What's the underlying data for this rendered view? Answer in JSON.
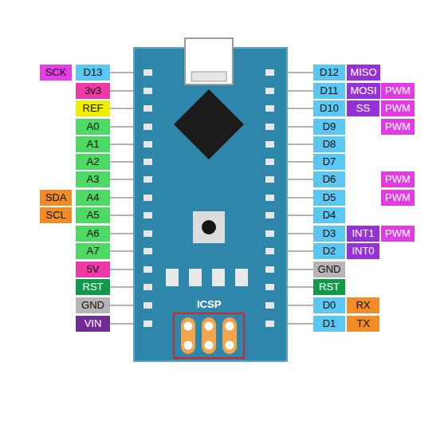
{
  "diagram": {
    "nodes": [
      {
        "text": [
          "SCK"
        ]
      },
      {
        "text": [
          "D13"
        ]
      },
      {
        "text": [
          "D12"
        ]
      },
      {
        "text": [
          "MISO"
        ]
      },
      {
        "text": [
          "3v3"
        ]
      },
      {
        "text": [
          "D11"
        ]
      },
      {
        "text": [
          "MOSI"
        ]
      },
      {
        "text": [
          "PWM"
        ]
      },
      {
        "text": [
          "REF"
        ]
      },
      {
        "text": [
          "D10"
        ]
      },
      {
        "text": [
          "SS"
        ]
      },
      {
        "text": [
          "PWM"
        ]
      },
      {
        "text": [
          "A0"
        ]
      },
      {
        "text": [
          "D9"
        ]
      },
      {
        "text": [
          "PWM"
        ]
      },
      {
        "text": [
          "A1"
        ]
      },
      {
        "text": [
          "D8"
        ]
      },
      {
        "text": [
          "A2"
        ]
      },
      {
        "text": [
          "D7"
        ]
      },
      {
        "text": [
          "A3"
        ]
      },
      {
        "text": [
          "D6"
        ]
      },
      {
        "text": [
          "PWM"
        ]
      },
      {
        "text": [
          "SDA"
        ]
      },
      {
        "text": [
          "A4"
        ]
      },
      {
        "text": [
          "D5"
        ]
      },
      {
        "text": [
          "PWM"
        ]
      },
      {
        "text": [
          "SCL"
        ]
      },
      {
        "text": [
          "A5"
        ]
      },
      {
        "text": [
          "D4"
        ]
      },
      {
        "text": [
          "A6"
        ]
      },
      {
        "text": [
          "D3"
        ]
      },
      {
        "text": [
          "INT1"
        ]
      },
      {
        "text": [
          "PWM"
        ]
      },
      {
        "text": [
          "A7"
        ]
      },
      {
        "text": [
          "D2"
        ]
      },
      {
        "text": [
          "INT0"
        ]
      },
      {
        "text": [
          "5V"
        ]
      },
      {
        "text": [
          "GND"
        ]
      },
      {
        "text": [
          "RST"
        ]
      },
      {
        "text": [
          "RST"
        ]
      },
      {
        "text": [
          "GND"
        ]
      },
      {
        "text": [
          "D0"
        ]
      },
      {
        "text": [
          "RX"
        ]
      },
      {
        "text": [
          "VIN"
        ]
      },
      {
        "text": [
          "D1"
        ]
      },
      {
        "text": [
          "TX"
        ]
      }
    ],
    "labels": [
      "ICSP"
    ]
  }
}
